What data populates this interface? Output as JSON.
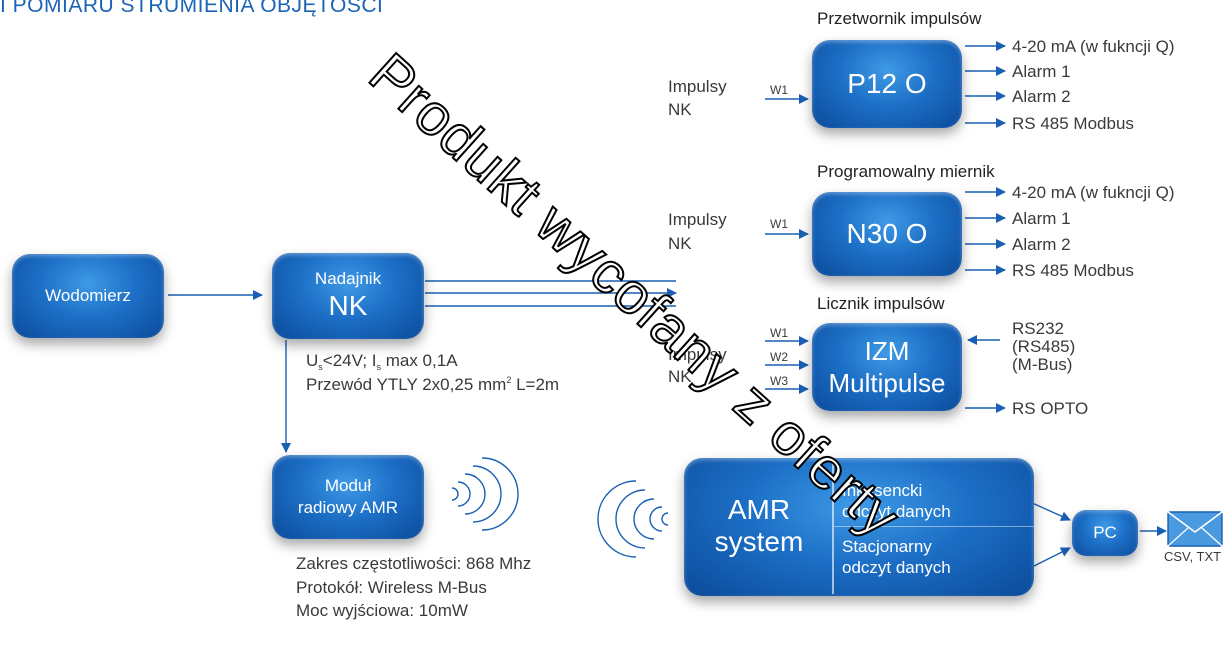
{
  "title": "I POMIARU STRUMIENIA OBJĘTOŚCI",
  "nodes": {
    "wodomierz": "Wodomierz",
    "nadajnik_top": "Nadajnik",
    "nadajnik_bottom": "NK",
    "modul_top": "Moduł",
    "modul_bottom": "radiowy AMR",
    "p12": "P12 O",
    "n30": "N30 O",
    "izm_top": "IZM",
    "izm_bottom": "Multipulse",
    "amr_top": "AMR",
    "amr_bottom": "system",
    "amr_right1_a": "Inkasencki",
    "amr_right1_b": "odczyt danych",
    "amr_right2_a": "Stacjonarny",
    "amr_right2_b": "odczyt danych",
    "pc": "PC"
  },
  "headings": {
    "p12": "Przetwornik impulsów",
    "n30": "Programowalny miernik",
    "izm": "Licznik impulsów"
  },
  "inputs": {
    "impulsy": "Impulsy",
    "nk": "NK",
    "w1": "W1",
    "w2": "W2",
    "w3": "W3"
  },
  "outputs": {
    "p12": [
      "4-20 mA (w fukncji Q)",
      "Alarm 1",
      "Alarm 2",
      "RS 485 Modbus"
    ],
    "n30": [
      "4-20 mA (w fukncji Q)",
      "Alarm 1",
      "Alarm 2",
      "RS 485 Modbus"
    ],
    "izm_rs232": "RS232",
    "izm_rs485": "(RS485)",
    "izm_mbus": "(M-Bus)",
    "izm_opto": "RS OPTO"
  },
  "specs": {
    "nk_power_u": "U",
    "nk_power_u_sub": "s",
    "nk_power_mid": "<24V; I",
    "nk_power_i_sub": "s",
    "nk_power_end": " max 0,1A",
    "nk_cable_a": "Przewód YTLY 2x0,25 mm",
    "nk_cable_sup": "2",
    "nk_cable_b": " L=2m",
    "radio": [
      "Zakres częstotliwości: 868 Mhz",
      "Protokół: Wireless M-Bus",
      "Moc wyjściowa: 10mW"
    ]
  },
  "csv_label": "CSV, TXT",
  "watermark": "Produkt wycofany z oferty",
  "colors": {
    "accent": "#1a5fb4",
    "box_dark": "#0b4a9a",
    "box_light": "#3f9ae6"
  }
}
